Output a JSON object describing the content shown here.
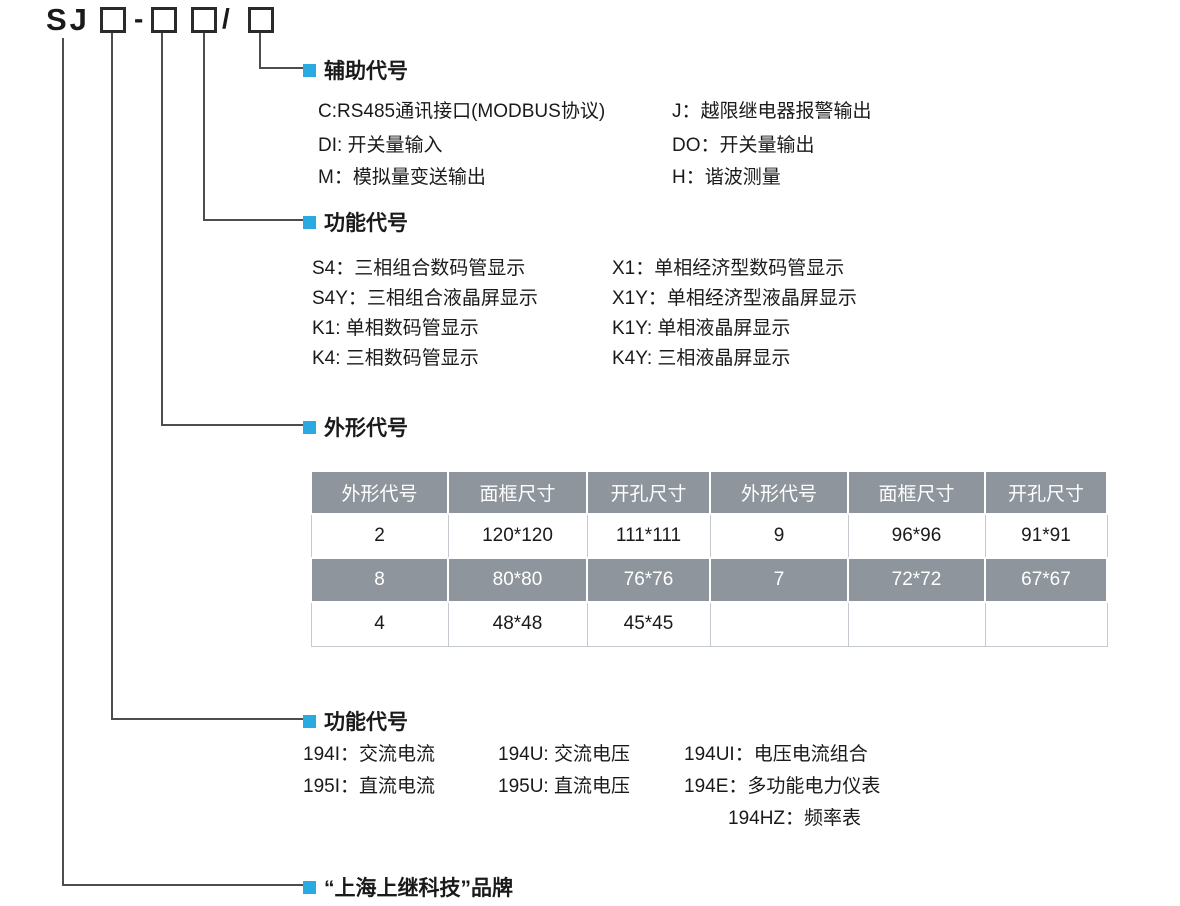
{
  "model": {
    "prefix": "SJ",
    "hyphen": "-",
    "slash": "/"
  },
  "auxiliary": {
    "title": "辅助代号",
    "rows": [
      {
        "left": "C:RS485通讯接口(MODBUS协议)",
        "right": "J：越限继电器报警输出"
      },
      {
        "left": "DI: 开关量输入",
        "right": "DO：开关量输出"
      },
      {
        "left": "M：模拟量变送输出",
        "right": "H：谐波测量"
      }
    ]
  },
  "display_function": {
    "title": "功能代号",
    "rows": [
      {
        "left": "S4：三相组合数码管显示",
        "right": "X1：单相经济型数码管显示"
      },
      {
        "left": "S4Y：三相组合液晶屏显示",
        "right": "X1Y：单相经济型液晶屏显示"
      },
      {
        "left": "K1: 单相数码管显示",
        "right": "K1Y: 单相液晶屏显示"
      },
      {
        "left": "K4: 三相数码管显示",
        "right": "K4Y: 三相液晶屏显示"
      }
    ]
  },
  "shape": {
    "title": "外形代号",
    "table": {
      "headers": [
        "外形代号",
        "面框尺寸",
        "开孔尺寸",
        "外形代号",
        "面框尺寸",
        "开孔尺寸"
      ],
      "rows": [
        [
          "2",
          "120*120",
          "111*111",
          "9",
          "96*96",
          "91*91"
        ],
        [
          "8",
          "80*80",
          "76*76",
          "7",
          "72*72",
          "67*67"
        ],
        [
          "4",
          "48*48",
          "45*45",
          "",
          "",
          ""
        ]
      ]
    }
  },
  "measure_function": {
    "title": "功能代号",
    "row1": {
      "c1": "194I：交流电流",
      "c2": "194U: 交流电压",
      "c3": "194UI：电压电流组合"
    },
    "row2": {
      "c1": "195I：直流电流",
      "c2": "195U: 直流电压",
      "c3": "194E：多功能电力仪表"
    },
    "row3": {
      "c3": "194HZ：频率表"
    }
  },
  "brand": {
    "label": "“上海上继科技”品牌"
  },
  "colors": {
    "accent_blue": "#29abe2",
    "table_header_bg": "#8e959d",
    "line_color": "#4d4d4d"
  }
}
